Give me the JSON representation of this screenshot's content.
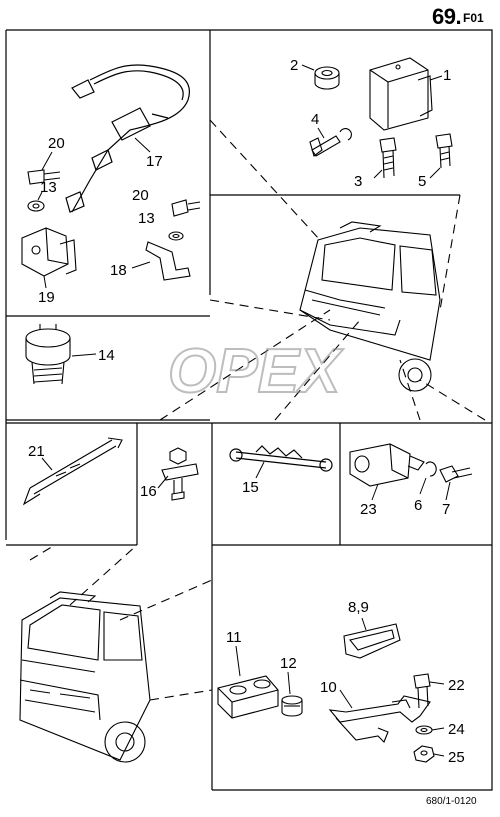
{
  "header": {
    "number": "69.",
    "suffix": "F01"
  },
  "footer": {
    "code": "680/1-0120"
  },
  "watermark": {
    "text": "OPEX"
  },
  "callouts": {
    "c1": "1",
    "c2": "2",
    "c3": "3",
    "c4": "4",
    "c5": "5",
    "c6": "6",
    "c7": "7",
    "c89": "8,9",
    "c10": "10",
    "c11": "11",
    "c12": "12",
    "c13a": "13",
    "c13b": "13",
    "c14": "14",
    "c15": "15",
    "c16": "16",
    "c17": "17",
    "c18": "18",
    "c19": "19",
    "c20a": "20",
    "c20b": "20",
    "c21": "21",
    "c22": "22",
    "c23": "23",
    "c24": "24",
    "c25": "25"
  },
  "colors": {
    "ink": "#000000",
    "paper": "#ffffff",
    "watermark": "#bcbcbc"
  }
}
